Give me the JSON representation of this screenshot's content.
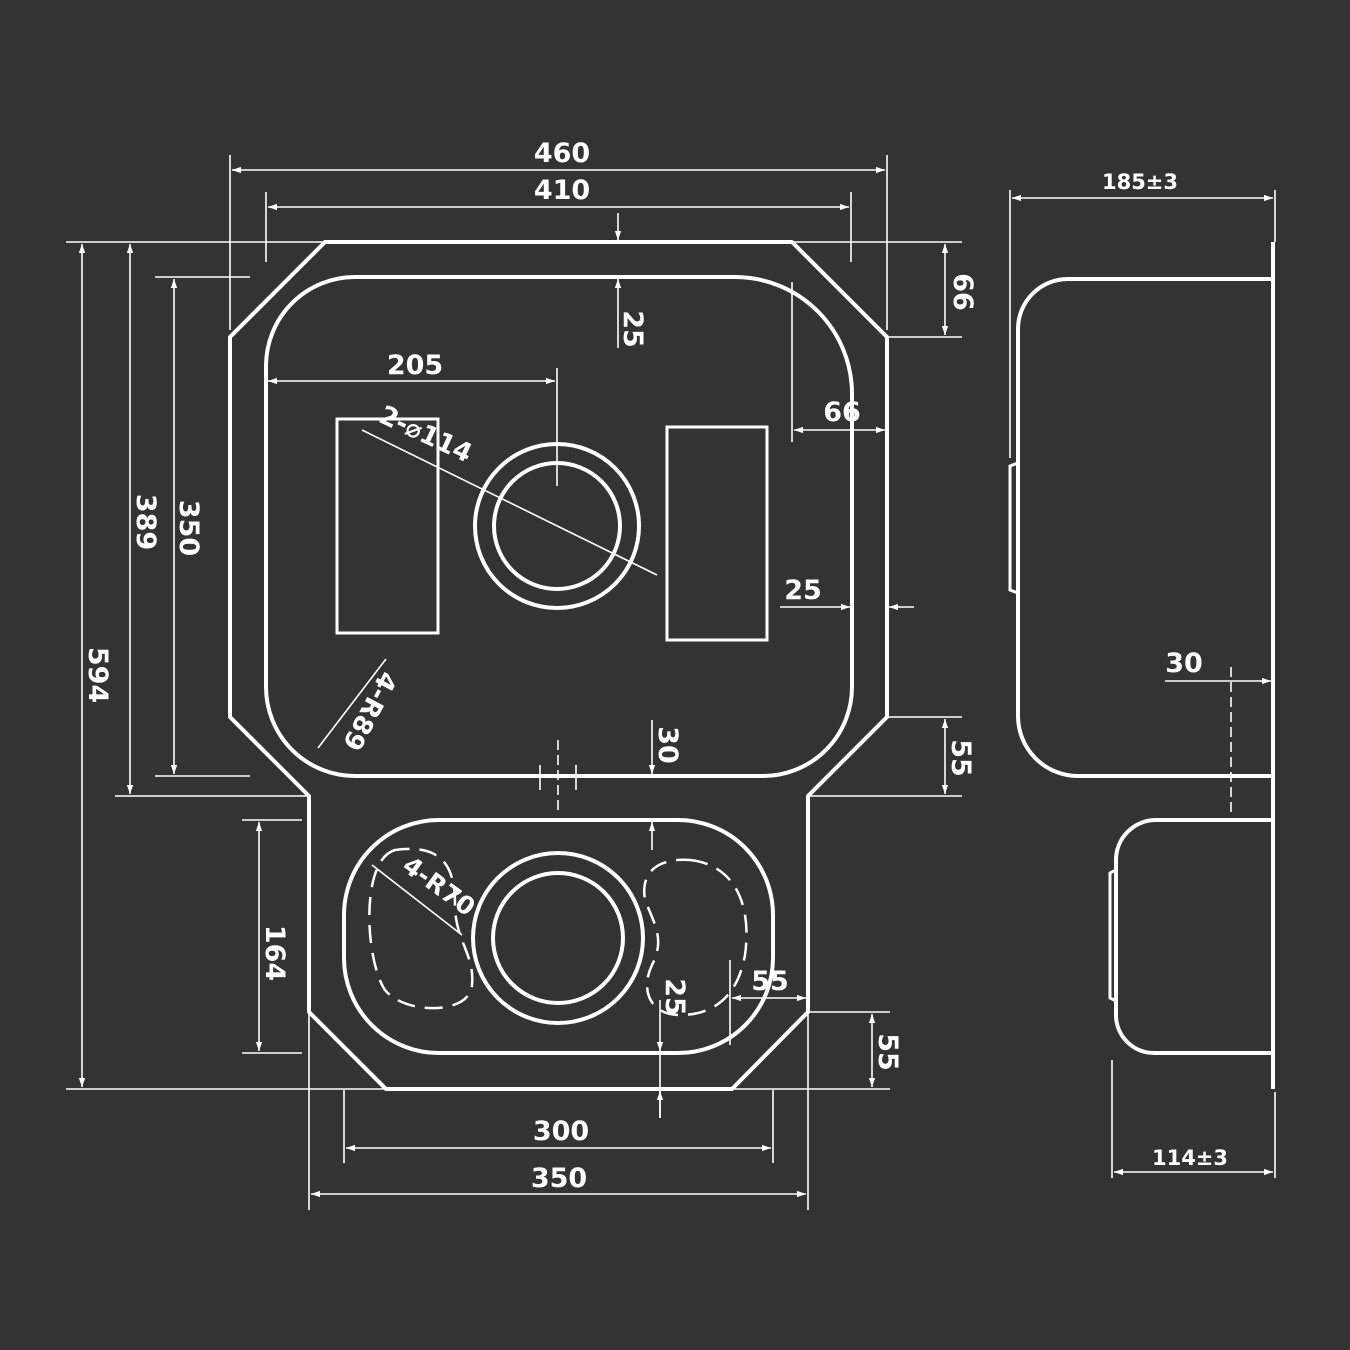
{
  "drawing": {
    "dims": {
      "width_overall": "460",
      "width_inner": "410",
      "depth_overall": "594",
      "depth_mid": "389",
      "depth_inner": "350",
      "bowl_offset": "205",
      "hole_note": "2-⌀114",
      "radius_main": "4-R89",
      "radius_small": "4-R70",
      "corner_top_h": "66",
      "corner_top_v": "66",
      "edge_top": "25",
      "edge_right": "25",
      "gap_between": "30",
      "corner_mid": "55",
      "small_bowl_depth": "164",
      "small_edge": "25",
      "small_corner_h": "55",
      "small_corner_v": "55",
      "small_bowl_width": "300",
      "small_total_width": "350"
    },
    "side": {
      "big_depth": "185±3",
      "gap": "30",
      "small_depth": "114±3"
    }
  }
}
